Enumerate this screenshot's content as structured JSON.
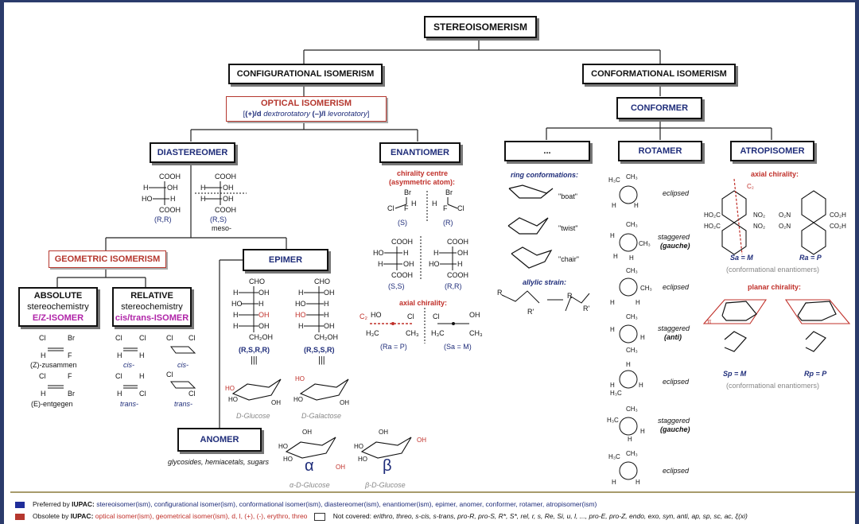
{
  "title": "STEREOISOMERISM",
  "configurational": "CONFIGURATIONAL ISOMERISM",
  "conformational": "CONFORMATIONAL ISOMERISM",
  "optical": {
    "title": "OPTICAL ISOMERISM",
    "plus": "(+)/d",
    "dextro": "dextrorotatory",
    "minus": "(–)/l",
    "levo": "levorotatory"
  },
  "conformer": "CONFORMER",
  "diastereomer": {
    "title": "DIASTEREOMER",
    "left_tag": "(R,R)",
    "right_tag": "(R,S)",
    "right_sub": "meso-"
  },
  "enantiomer": {
    "title": "ENANTIOMER",
    "chirality_centre": "chirality centre",
    "asym_atom": "(asymmetric atom):",
    "s_label": "(S)",
    "r_label": "(R)",
    "ss_label": "(S,S)",
    "rr_label": "(R,R)",
    "axial_chirality": "axial chirality:",
    "ra_label": "(Ra = P)",
    "sa_label": "(Sa = M)"
  },
  "dots": {
    "title": "...",
    "ring_conformations": "ring conformations:",
    "boat": "\"boat\"",
    "twist": "\"twist\"",
    "chair": "\"chair\"",
    "allylic_strain": "allylic strain:"
  },
  "rotamer": {
    "title": "ROTAMER",
    "eclipsed": "eclipsed",
    "staggered": "staggered",
    "gauche": "(gauche)",
    "anti": "(anti)"
  },
  "atropisomer": {
    "title": "ATROPISOMER",
    "axial_chirality": "axial chirality:",
    "sa_m": "Sa = M",
    "ra_p": "Ra = P",
    "conf_enant": "(conformational enantiomers)",
    "planar_chirality": "planar chirality:",
    "sp_m": "Sp = M",
    "rp_p": "Rp = P"
  },
  "geometric": "GEOMETRIC ISOMERISM",
  "absolute": {
    "line1": "ABSOLUTE",
    "line2": "stereochemistry",
    "line3": "E/Z-ISOMER",
    "z_label": "(Z)-zusammen",
    "e_label": "(E)-entgegen"
  },
  "relative": {
    "line1": "RELATIVE",
    "line2": "stereochemistry",
    "line3": "cis/trans-ISOMER",
    "cis": "cis-",
    "trans": "trans-"
  },
  "epimer": {
    "title": "EPIMER",
    "left_tag": "(R,S,R,R)",
    "right_tag": "(R,S,S,R)",
    "d_glucose": "D-Glucose",
    "d_galactose": "D-Galactose"
  },
  "anomer": {
    "title": "ANOMER",
    "subtitle": "glycosides, hemiacetals, sugars",
    "alpha": "α",
    "beta": "β",
    "alpha_name": "α-D-Glucose",
    "beta_name": "β-D-Glucose"
  },
  "legend": {
    "preferred_prefix": "Preferred by",
    "iupac": "IUPAC:",
    "preferred_list": "stereoisomer(ism), configurational isomer(ism), conformational isomer(ism), diastereomer(ism), enantiomer(ism), epimer, anomer, conformer, rotamer, atropisomer(ism)",
    "obsolete_prefix": "Obsolete by",
    "obsolete_list": "optical isomer(ism), geometrical isomer(ism), d, l, (+), (-), erythro, threo",
    "not_covered_label": "Not covered:",
    "not_covered_list": "erithro, threo, s-cis, s-trans, pro-R, pro-S, R*, S*, rel, r, s, Re, Si, u, l, ..., pro-E, pro-Z, endo, exo, syn, anti, ap, sp, sc, ac, ξ(xi)"
  },
  "colors": {
    "frame": "#2b3b6b",
    "blue_text": "#1f2d7a",
    "red_text": "#c0302a",
    "preferred_swatch": "#1f2d9a",
    "obsolete_swatch": "#b5372e"
  }
}
